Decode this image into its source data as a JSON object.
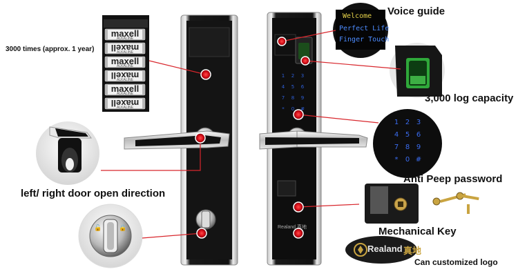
{
  "labels": {
    "voice_guide": "Voice guide",
    "battery_life": "3000 times (approx. 1 year)",
    "log_capacity": "3,000 log capacity",
    "door_direction": "left/ right door open direction",
    "anti_peep": "Anti Peep password",
    "mechanical_key": "Mechanical Key",
    "custom_logo": "Can customized logo"
  },
  "screen": {
    "lines": [
      "Welcome",
      "Perfect Life",
      "Finger Touch"
    ]
  },
  "battery": {
    "brand": "maxell",
    "sub": "ALKALINE",
    "count": 6
  },
  "logo": {
    "brand": "Realand",
    "cn": "真地"
  },
  "keypad": {
    "keys": [
      "1",
      "2",
      "3",
      "4",
      "5",
      "6",
      "7",
      "8",
      "9",
      "*",
      "0",
      "#"
    ]
  },
  "colors": {
    "marker": "#e0141e",
    "lead_line": "#d8262c",
    "keypad": "#3a6cf0"
  }
}
